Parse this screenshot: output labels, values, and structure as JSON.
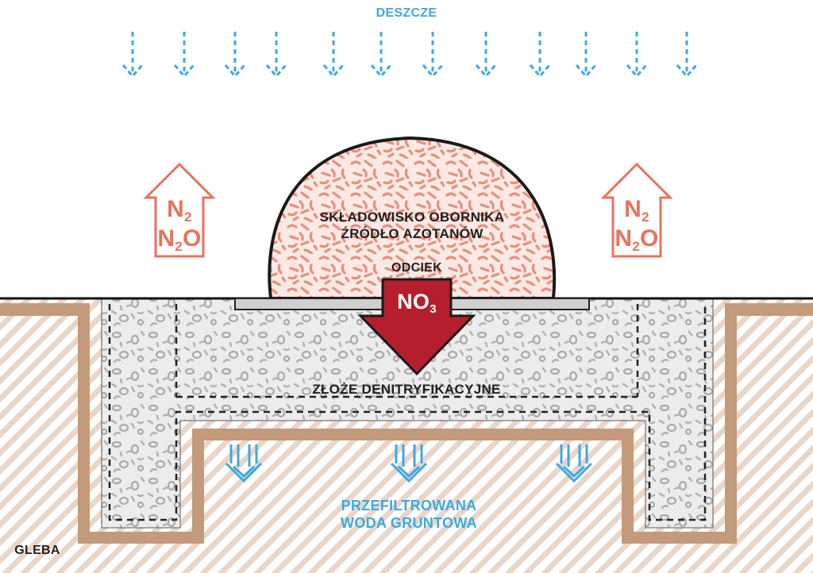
{
  "labels": {
    "rain": "DESZCZE",
    "heap_line1": "SKŁADOWISKO OBORNIKA",
    "heap_line2": "ŹRÓDŁO AZOTANÓW",
    "leachate": "ODCIEK",
    "nitrate_base": "NO",
    "nitrate_sub": "3",
    "bed": "ZŁOŻE DENITRYFIKACYJNE",
    "filtered_line1": "PRZEFILTROWANA",
    "filtered_line2": "WODA GRUNTOWA",
    "soil": "GLEBA"
  },
  "gas_labels": {
    "left": {
      "n2_base": "N",
      "n2_sub": "2",
      "n2o_base": "N",
      "n2o_sub": "2",
      "n2o_tail": "O"
    },
    "right": {
      "n2_base": "N",
      "n2_sub": "2",
      "n2o_base": "N",
      "n2o_sub": "2",
      "n2o_tail": "O"
    }
  },
  "icons": {
    "rain": "rain-arrow-icon",
    "gas": "gas-release-arrow-icon",
    "nitrate": "nitrate-flow-arrow-icon",
    "filtered": "filtered-water-arrow-icon"
  },
  "colors": {
    "rain_blue": "#3ea8e3",
    "gas_orange": "#e8735e",
    "nitrate_red": "#b51e2c",
    "soil_brown": "#c49a7c",
    "bed_fill": "#ececec",
    "manure_pink": "#e88f7f"
  }
}
